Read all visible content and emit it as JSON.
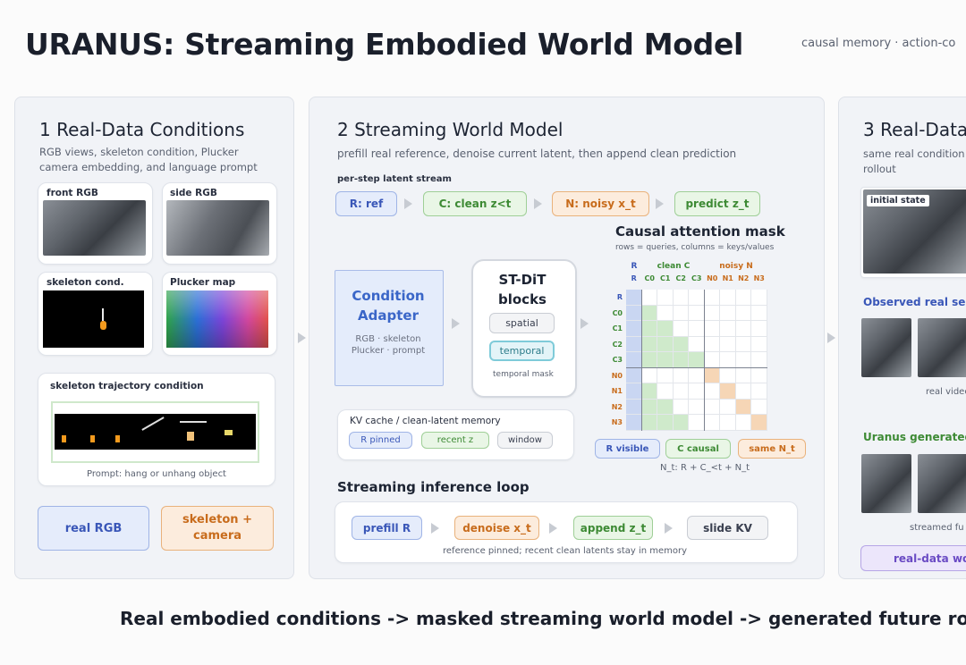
{
  "title": "URANUS: Streaming Embodied World Model",
  "subtitle": "causal memory · action-co",
  "panel1": {
    "heading": "1  Real-Data Conditions",
    "desc": "RGB views, skeleton condition, Plucker camera embedding, and language prompt",
    "front_rgb": "front RGB",
    "side_rgb": "side RGB",
    "skeleton_cond": "skeleton cond.",
    "plucker_map": "Plucker map",
    "trajectory": "skeleton trajectory condition",
    "prompt": "Prompt: hang or unhang object",
    "real_rgb": "real RGB",
    "skeleton_camera": "skeleton + camera"
  },
  "panel2": {
    "heading": "2  Streaming World Model",
    "desc": "prefill real reference, denoise current latent, then append clean prediction",
    "stream_label": "per-step latent stream",
    "stream": [
      "R: ref",
      "C: clean z<t",
      "N: noisy x_t",
      "predict z_t"
    ],
    "adapter_title": "Condition Adapter",
    "adapter_sub": "RGB · skeleton Plucker · prompt",
    "stdit_title": "ST-DiT blocks",
    "spatial": "spatial",
    "temporal": "temporal",
    "temporal_mask": "temporal mask",
    "kv_title": "KV cache / clean-latent memory",
    "kv_items": [
      "R pinned",
      "recent z",
      "window"
    ],
    "mask_title": "Causal attention mask",
    "mask_sub": "rows = queries, columns = keys/values",
    "mask_group_r": "R",
    "mask_group_c": "clean C",
    "mask_group_n": "noisy N",
    "mask_cols": [
      "R",
      "C0",
      "C1",
      "C2",
      "C3",
      "N0",
      "N1",
      "N2",
      "N3"
    ],
    "mask_rows": [
      "R",
      "C0",
      "C1",
      "C2",
      "C3",
      "N0",
      "N1",
      "N2",
      "N3"
    ],
    "mask_legend": [
      "R visible",
      "C causal",
      "same N_t"
    ],
    "mask_formula": "N_t: R + C_<t + N_t",
    "loop_title": "Streaming inference loop",
    "loop": [
      "prefill R",
      "denoise x_t",
      "append z_t",
      "slide KV"
    ],
    "loop_note": "reference pinned; recent clean latents stay in memory"
  },
  "panel3": {
    "heading": "3  Real-Data",
    "desc": "same real condition rollout",
    "initial_state": "initial state",
    "observed": "Observed real seq",
    "real_video": "real video",
    "generated": "Uranus generated",
    "streamed": "streamed fu",
    "realdata_btn": "real-data wo"
  },
  "footer": "Real embodied conditions  ->  masked streaming world model  ->  generated future ro",
  "colors": {
    "blue": "#3a57b8",
    "green": "#3d8a34",
    "orange": "#c86c1c",
    "purple": "#6a4bc4"
  }
}
